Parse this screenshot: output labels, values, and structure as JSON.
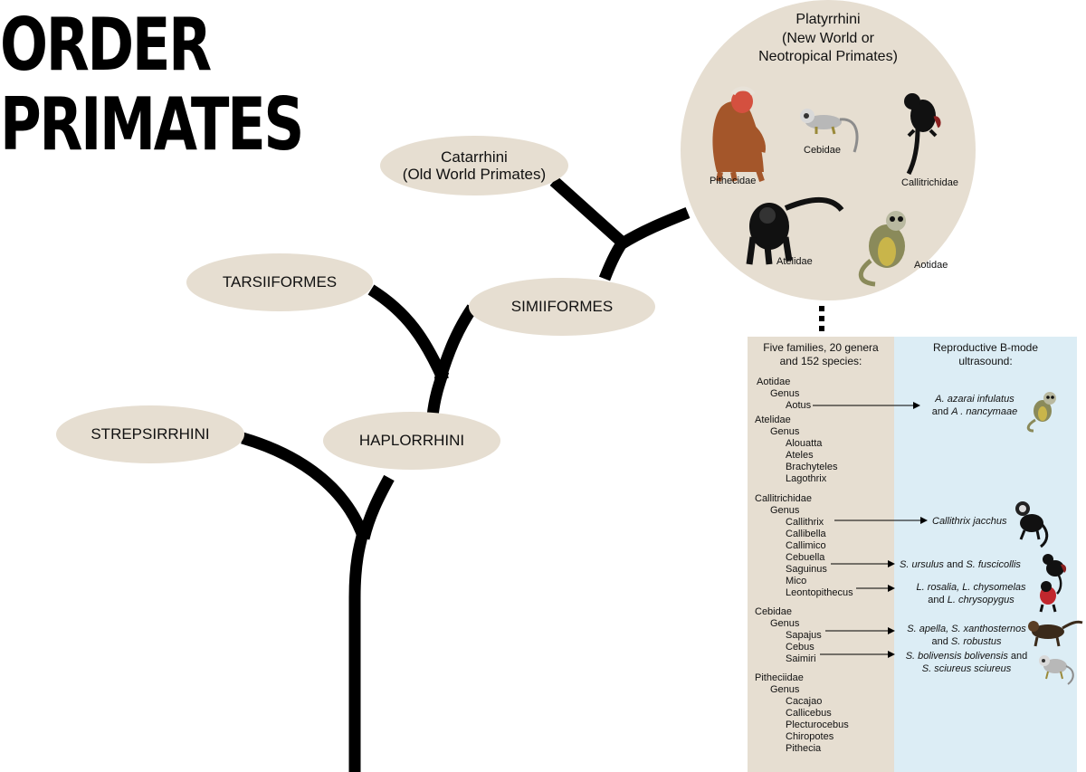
{
  "title": {
    "line1": "ORDER",
    "line2": "PRIMATES"
  },
  "nodes": {
    "strepsirrhini": "STREPSIRRHINI",
    "haplorrhini": "HAPLORRHINI",
    "tarsiiformes": "TARSIIFORMES",
    "simiiformes": "SIMIIFORMES",
    "catarrhini_line1": "Catarrhini",
    "catarrhini_line2": "(Old World Primates)"
  },
  "platyrrhini": {
    "line1": "Platyrrhini",
    "line2": "(New World or",
    "line3": "Neotropical Primates)",
    "families": {
      "pithecidae": "Pithecidae",
      "cebidae": "Cebidae",
      "callitrichidae": "Callitrichidae",
      "atelidae": "Atelidae",
      "aotidae": "Aotidae"
    }
  },
  "panel": {
    "left_head_line1": "Five families, 20 genera",
    "left_head_line2": "and 152 species:",
    "right_head_line1": "Reproductive B-mode",
    "right_head_line2": "ultrasound:",
    "genus_label": "Genus",
    "aotidae": {
      "family": "Aotidae",
      "genera": [
        "Aotus"
      ]
    },
    "atelidae": {
      "family": "Atelidae",
      "genera": [
        "Alouatta",
        "Ateles",
        "Brachyteles",
        "Lagothrix"
      ]
    },
    "callitrichidae": {
      "family": "Callitrichidae",
      "genera": [
        "Callithrix",
        "Callibella",
        "Callimico",
        "Cebuella",
        "Saguinus",
        "Mico",
        "Leontopithecus"
      ]
    },
    "cebidae": {
      "family": "Cebidae",
      "genera": [
        "Sapajus",
        "Cebus",
        "Saimiri"
      ]
    },
    "pitheciidae": {
      "family": "Pitheciidae",
      "genera": [
        "Cacajao",
        "Callicebus",
        "Plecturocebus",
        "Chiropotes",
        "Pithecia"
      ]
    },
    "species": {
      "aotus_1a": "A. azarai infulatus",
      "aotus_2a": "and ",
      "aotus_2b": "A . nancymaae",
      "callithrix": "Callithrix jacchus",
      "saguinus_a": "S. ursulus",
      "saguinus_b": " and ",
      "saguinus_c": "S. fuscicollis",
      "leonto_1": "L. rosalia, L. chysomelas",
      "leonto_2a": "and ",
      "leonto_2b": "L. chrysopygus",
      "sapajus_1": "S. apella, S. xanthosternos",
      "sapajus_2a": "and ",
      "sapajus_2b": "S. robustus",
      "saimiri_1a": "S. bolivensis bolivensis",
      "saimiri_1b": " and",
      "saimiri_2": "S. sciureus sciureus"
    }
  },
  "colors": {
    "oval": "#e6ded1",
    "panel_left": "#e6ded1",
    "panel_right": "#dcedf5",
    "branch": "#000000"
  }
}
